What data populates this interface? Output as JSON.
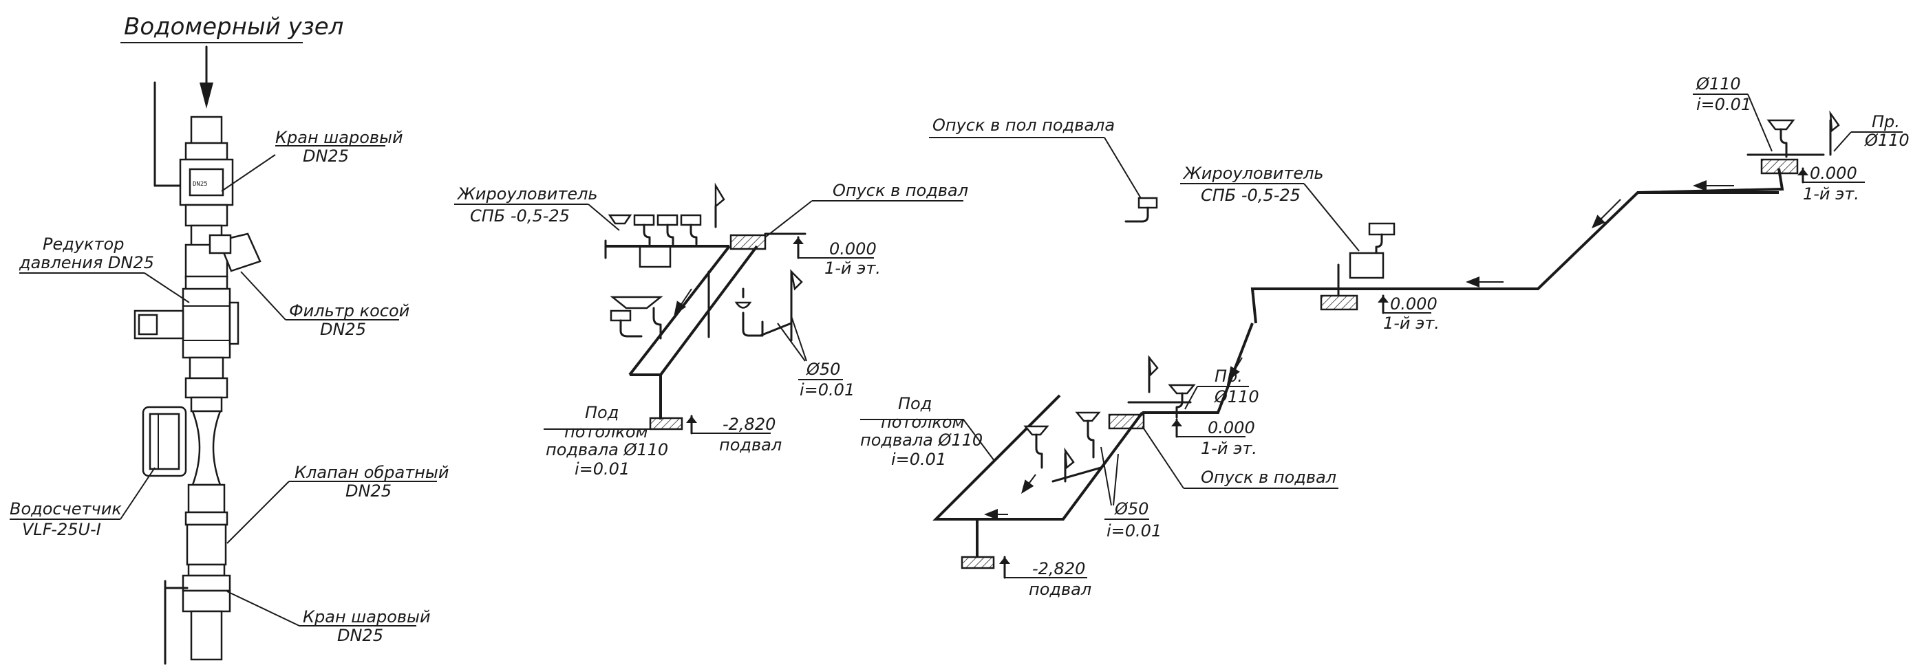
{
  "meter_unit": {
    "title": "Водомерный узел",
    "ball_valve_top": [
      "Кран шаровый",
      "DN25"
    ],
    "pressure_reducer": [
      "Редуктор",
      "давления DN25"
    ],
    "oblique_filter": [
      "Фильтр косой",
      "DN25"
    ],
    "check_valve": [
      "Клапан обратный",
      "DN25"
    ],
    "water_meter": [
      "Водосчетчик",
      "VLF-25U-I"
    ],
    "ball_valve_bottom": [
      "Кран шаровый",
      "DN25"
    ],
    "valve_tag": "DN25"
  },
  "scheme_middle": {
    "grease_trap": [
      "Жироуловитель",
      "СПБ -0,5-25"
    ],
    "riser_down": "Опуск  в подвал",
    "floor_level": [
      "0.000",
      "1-й эт."
    ],
    "pipe_branch": [
      "Ø50",
      "i=0.01"
    ],
    "under_ceiling": [
      "Под",
      "потолком",
      "подвала Ø110",
      "i=0.01"
    ],
    "basement_level": [
      "-2,820",
      "подвал"
    ]
  },
  "scheme_right": {
    "floor_drain_label": "Опуск в пол подвала",
    "grease_trap": [
      "Жироуловитель",
      "СПБ -0,5-25"
    ],
    "top_pipe": [
      "Ø110",
      "i=0.01"
    ],
    "top_pr": [
      "Пр.",
      "Ø110"
    ],
    "top_level": [
      "0.000",
      "1-й эт."
    ],
    "mid_level": [
      "0.000",
      "1-й эт."
    ],
    "low_pr": [
      "Пр.",
      "Ø110"
    ],
    "low_level": [
      "0.000",
      "1-й эт."
    ],
    "riser_down": "Опуск  в подвал",
    "under_ceiling": [
      "Под",
      "потолком",
      "подвала Ø110",
      "i=0.01"
    ],
    "pipe_branch": [
      "Ø50",
      "i=0.01"
    ],
    "basement_level": [
      "-2,820",
      "подвал"
    ]
  }
}
